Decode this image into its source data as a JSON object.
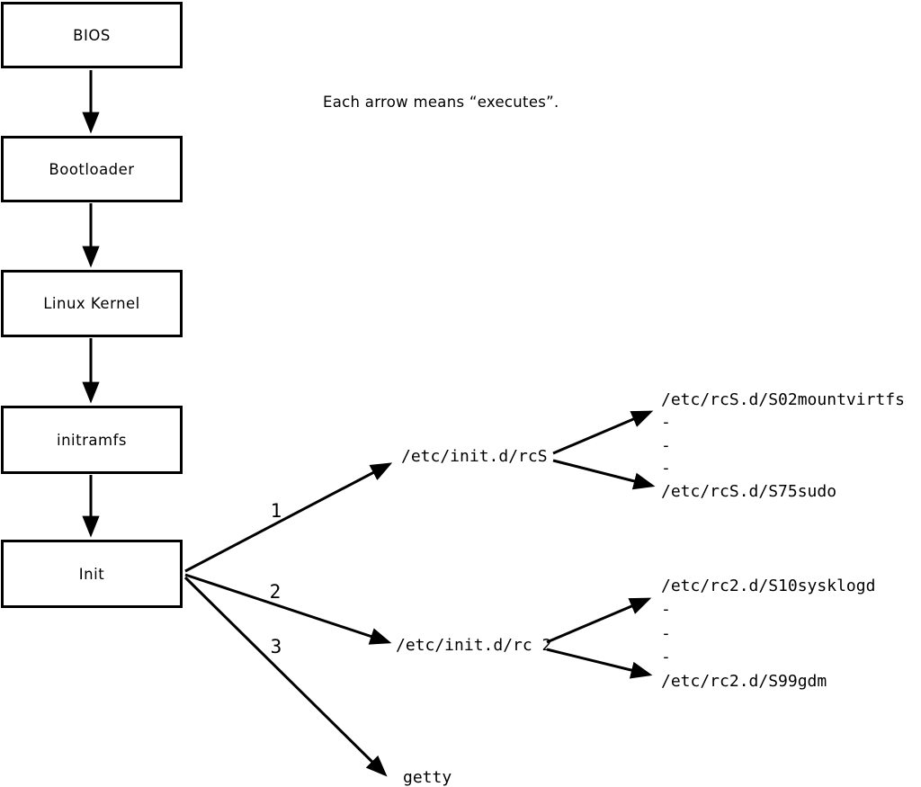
{
  "diagram": {
    "note": "Each arrow means “executes”.",
    "chain": [
      {
        "label": "BIOS"
      },
      {
        "label": "Bootloader"
      },
      {
        "label": "Linux Kernel"
      },
      {
        "label": "initramfs"
      },
      {
        "label": "Init"
      }
    ],
    "branches": [
      {
        "order": "1",
        "target": "/etc/init.d/rcS",
        "scripts": [
          "/etc/rcS.d/S02mountvirtfs",
          "-",
          "-",
          "-",
          "/etc/rcS.d/S75sudo"
        ]
      },
      {
        "order": "2",
        "target": "/etc/init.d/rc 2",
        "scripts": [
          "/etc/rc2.d/S10sysklogd",
          "-",
          "-",
          "-",
          "/etc/rc2.d/S99gdm"
        ]
      },
      {
        "order": "3",
        "target": "getty",
        "scripts": []
      }
    ],
    "colors": {
      "line": "#000000",
      "background": "#ffffff"
    }
  }
}
